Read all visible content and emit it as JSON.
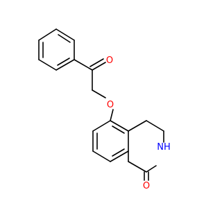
{
  "atoms": {
    "carbonyl_o_top": {
      "label": "O",
      "color": "#ff0000"
    },
    "ether_o": {
      "label": "O",
      "color": "#ff0000"
    },
    "amide_n": {
      "label": "NH",
      "color": "#0000ff"
    },
    "amide_o": {
      "label": "O",
      "color": "#ff0000"
    }
  },
  "colors": {
    "bond": "#000000",
    "background": "#ffffff"
  }
}
